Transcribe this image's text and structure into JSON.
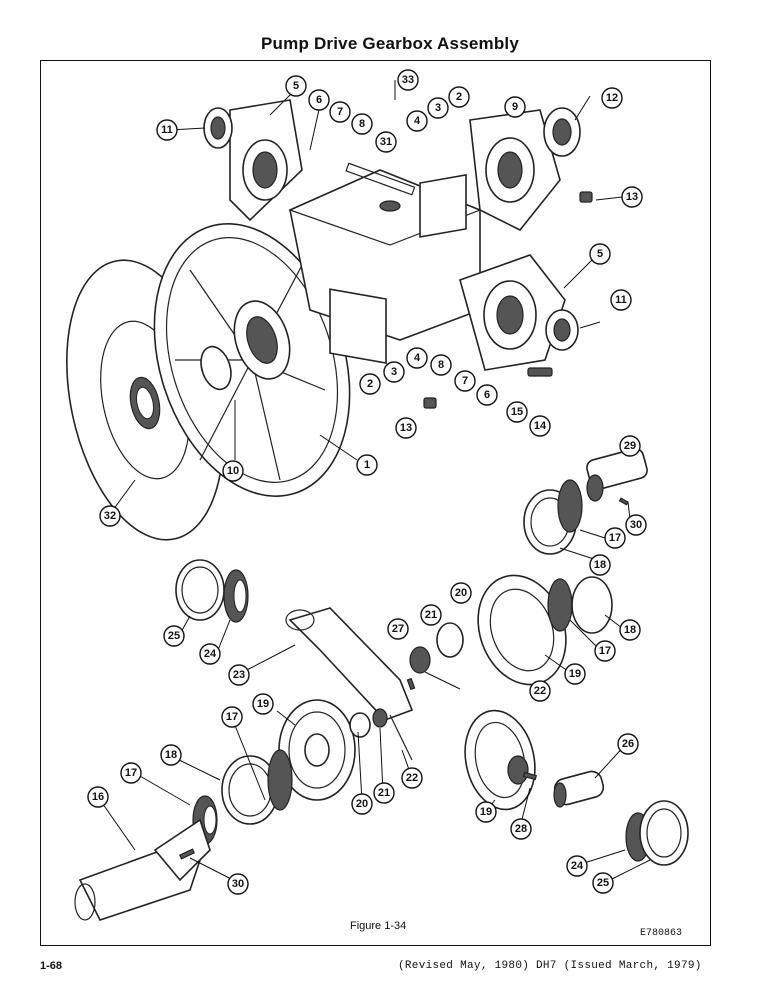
{
  "page": {
    "title": "Pump Drive Gearbox Assembly",
    "figure_caption": "Figure 1-34",
    "drawing_code": "E780863",
    "page_number": "1-68",
    "revision_note": "(Revised May, 1980) DH7 (Issued March, 1979)"
  },
  "callouts": [
    {
      "id": "c33",
      "label": "33"
    },
    {
      "id": "c5a",
      "label": "5"
    },
    {
      "id": "c6a",
      "label": "6"
    },
    {
      "id": "c7a",
      "label": "7"
    },
    {
      "id": "c8a",
      "label": "8"
    },
    {
      "id": "c31",
      "label": "31"
    },
    {
      "id": "c4a",
      "label": "4"
    },
    {
      "id": "c3a",
      "label": "3"
    },
    {
      "id": "c2a",
      "label": "2"
    },
    {
      "id": "c9",
      "label": "9"
    },
    {
      "id": "c12",
      "label": "12"
    },
    {
      "id": "c11a",
      "label": "11"
    },
    {
      "id": "c13a",
      "label": "13"
    },
    {
      "id": "c5b",
      "label": "5"
    },
    {
      "id": "c11b",
      "label": "11"
    },
    {
      "id": "c4b",
      "label": "4"
    },
    {
      "id": "c3b",
      "label": "3"
    },
    {
      "id": "c2b",
      "label": "2"
    },
    {
      "id": "c8b",
      "label": "8"
    },
    {
      "id": "c7b",
      "label": "7"
    },
    {
      "id": "c6b",
      "label": "6"
    },
    {
      "id": "c15",
      "label": "15"
    },
    {
      "id": "c14",
      "label": "14"
    },
    {
      "id": "c13b",
      "label": "13"
    },
    {
      "id": "c1",
      "label": "1"
    },
    {
      "id": "c10",
      "label": "10"
    },
    {
      "id": "c32",
      "label": "32"
    },
    {
      "id": "c29",
      "label": "29"
    },
    {
      "id": "c30a",
      "label": "30"
    },
    {
      "id": "c17a",
      "label": "17"
    },
    {
      "id": "c18a",
      "label": "18"
    },
    {
      "id": "c25a",
      "label": "25"
    },
    {
      "id": "c24a",
      "label": "24"
    },
    {
      "id": "c23",
      "label": "23"
    },
    {
      "id": "c27",
      "label": "27"
    },
    {
      "id": "c21a",
      "label": "21"
    },
    {
      "id": "c20a",
      "label": "20"
    },
    {
      "id": "c18b",
      "label": "18"
    },
    {
      "id": "c17b",
      "label": "17"
    },
    {
      "id": "c19a",
      "label": "19"
    },
    {
      "id": "c22a",
      "label": "22"
    },
    {
      "id": "c19b",
      "label": "19"
    },
    {
      "id": "c17c",
      "label": "17"
    },
    {
      "id": "c18c",
      "label": "18"
    },
    {
      "id": "c17d",
      "label": "17"
    },
    {
      "id": "c16",
      "label": "16"
    },
    {
      "id": "c20b",
      "label": "20"
    },
    {
      "id": "c21b",
      "label": "21"
    },
    {
      "id": "c22b",
      "label": "22"
    },
    {
      "id": "c26",
      "label": "26"
    },
    {
      "id": "c19c",
      "label": "19"
    },
    {
      "id": "c28",
      "label": "28"
    },
    {
      "id": "c24b",
      "label": "24"
    },
    {
      "id": "c25b",
      "label": "25"
    },
    {
      "id": "c30b",
      "label": "30"
    }
  ]
}
